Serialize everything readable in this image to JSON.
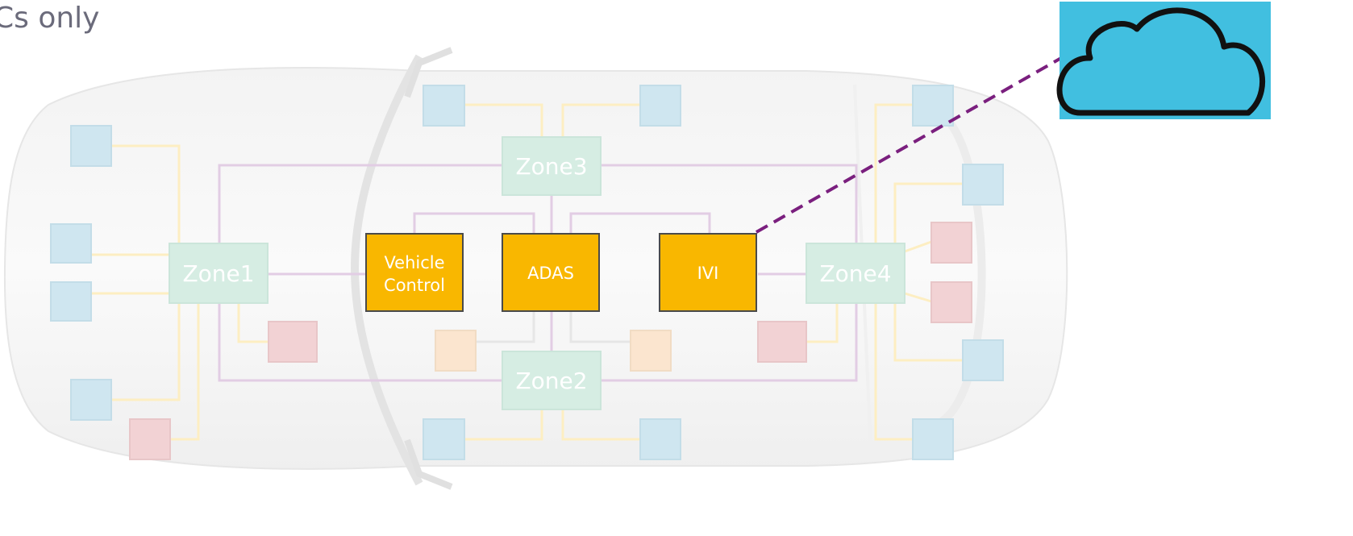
{
  "header": {
    "title": "Cs only"
  },
  "zones": {
    "zone1": "Zone1",
    "zone2": "Zone2",
    "zone3": "Zone3",
    "zone4": "Zone4"
  },
  "ecus": {
    "vehicle_control_line1": "Vehicle",
    "vehicle_control_line2": "Control",
    "adas": "ADAS",
    "ivi": "IVI"
  },
  "colors": {
    "central_ecu": "#f9b700",
    "zone": "#d6ede3",
    "sensor_blue": "#cfe6f0",
    "sensor_red": "#f2d2d4",
    "sensor_orange": "#fbe5cf",
    "link_purple": "#e2cde4",
    "link_yellow": "#fdeec2",
    "cloud": "#41bfe0",
    "cloud_link": "#7a1f7e"
  },
  "icons": {
    "cloud": "cloud-icon",
    "car": "car-silhouette"
  }
}
